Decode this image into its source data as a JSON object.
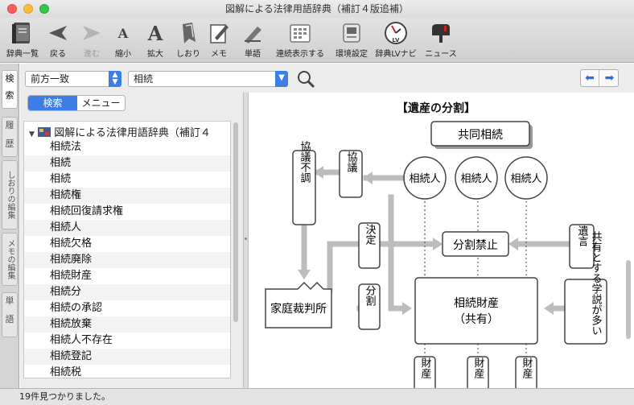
{
  "window": {
    "title": "図解による法律用語辞典（補訂４版追補）"
  },
  "toolbar": {
    "items": [
      {
        "label": "辞典一覧",
        "icon": "dictionary-list-icon"
      },
      {
        "label": "戻る",
        "icon": "back-arrow-icon"
      },
      {
        "label": "進む",
        "icon": "forward-arrow-icon",
        "disabled": true
      },
      {
        "label": "縮小",
        "icon": "font-shrink-icon"
      },
      {
        "label": "拡大",
        "icon": "font-enlarge-icon"
      },
      {
        "label": "しおり",
        "icon": "bookmark-icon"
      },
      {
        "label": "メモ",
        "icon": "memo-icon"
      },
      {
        "label": "単語",
        "icon": "word-icon"
      },
      {
        "label": "連続表示する",
        "icon": "continuous-display-icon"
      },
      {
        "label": "環境設定",
        "icon": "preferences-icon"
      },
      {
        "label": "辞典LVナビ",
        "icon": "lv-navi-icon"
      },
      {
        "label": "ニュース",
        "icon": "news-mailbox-icon"
      }
    ]
  },
  "sidetabs": [
    "検",
    "索",
    "履",
    "歴",
    "しおりの編集",
    "メモの編集",
    "単",
    "語"
  ],
  "search": {
    "mode": "前方一致",
    "query": "相続"
  },
  "segmented": {
    "search": "検索",
    "menu": "メニュー"
  },
  "tree": {
    "root": "図解による法律用語辞典（補訂４",
    "items": [
      "相続法",
      "相続",
      "相続",
      "相続権",
      "相続回復請求権",
      "相続人",
      "相続欠格",
      "相続廃除",
      "相続財産",
      "相続分",
      "相続の承認",
      "相続放棄",
      "相続人不存在",
      "相続登記",
      "相続税"
    ]
  },
  "diagram": {
    "title": "【遺産の分割】",
    "kyodo": "共同相続",
    "heirs": [
      "相続人",
      "相続人",
      "相続人"
    ],
    "kyogi_fucho": "協議不調",
    "kyogi": "協議",
    "kettei": "決定",
    "bunkatsu_kinshi": "分割禁止",
    "igon": "遺言",
    "saibansho": "家庭裁判所",
    "bunkatsu": "分割",
    "zaisan_line1": "相続財産",
    "zaisan_line2": "（共有）",
    "gakusetsu": "共有とする学説が多い",
    "assets": [
      "財産",
      "財産",
      "財産"
    ]
  },
  "status": {
    "text": "19件見つかりました。"
  }
}
